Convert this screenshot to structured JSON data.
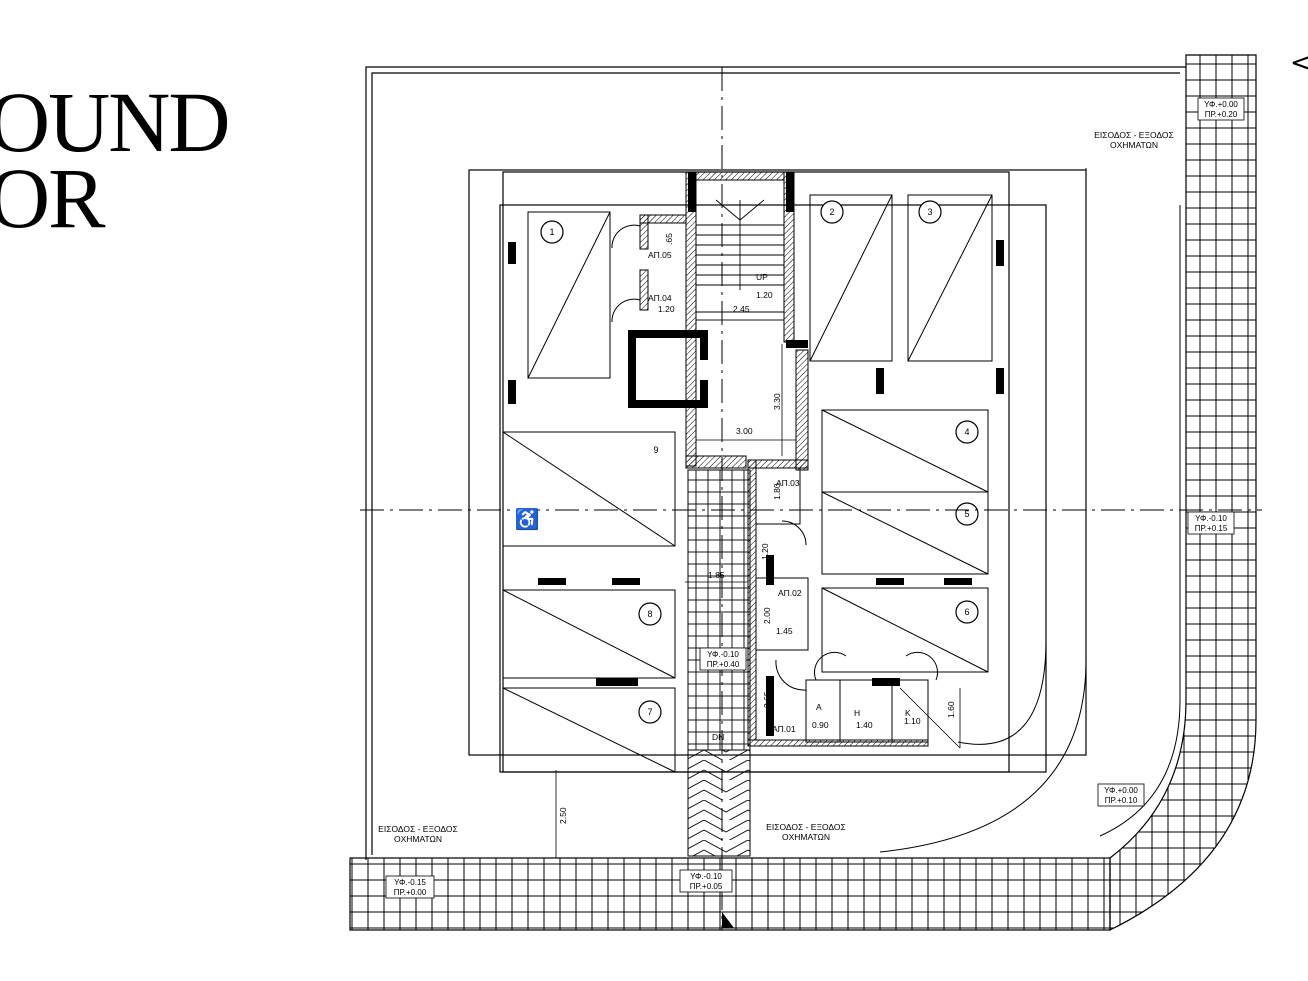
{
  "heading": {
    "line1": "OUND",
    "line2": "OR"
  },
  "nav": {
    "arrow_glyph": "<"
  },
  "colors": {
    "ink": "#000000",
    "paper": "#ffffff"
  },
  "entrances": {
    "top_right": {
      "line1": "ΕΙΣΟΔΟΣ - ΕΞΟΔΟΣ",
      "line2": "ΟΧΗΜΑΤΩΝ"
    },
    "bottom_left": {
      "line1": "ΕΙΣΟΔΟΣ - ΕΞΟΔΟΣ",
      "line2": "ΟΧΗΜΑΤΩΝ"
    },
    "bottom_center": {
      "line1": "ΕΙΣΟΔΟΣ - ΕΞΟΔΟΣ",
      "line2": "ΟΧΗΜΑΤΩΝ"
    }
  },
  "levels": {
    "top_right": {
      "yf": "ΥΦ.+0.00",
      "pr": "ΠΡ.+0.20"
    },
    "right_mid": {
      "yf": "ΥΦ.-0.10",
      "pr": "ΠΡ.+0.15"
    },
    "bottom_right": {
      "yf": "ΥΦ.+0.00",
      "pr": "ΠΡ.+0.10"
    },
    "bottom_left": {
      "yf": "ΥΦ.-0.15",
      "pr": "ΠΡ.+0.00"
    },
    "bottom_center": {
      "yf": "ΥΦ.-0.10",
      "pr": "ΠΡ.+0.05"
    },
    "ramp": {
      "yf": "ΥΦ.-0.10",
      "pr": "ΠΡ.+0.40"
    }
  },
  "parking_numbers": [
    "1",
    "2",
    "3",
    "4",
    "5",
    "6",
    "7",
    "8",
    "9"
  ],
  "rooms": {
    "ap05": "ΑΠ.05",
    "ap04": "ΑΠ.04",
    "ap03": "ΑΠ.03",
    "ap02": "ΑΠ.02",
    "ap01": "ΑΠ.01"
  },
  "stairs": {
    "up": "UP",
    "dn": "DN"
  },
  "dimensions": {
    "d_065": ".65",
    "d_120a": "1.20",
    "d_120b": "1.20",
    "d_245": "2.45",
    "d_330": "3.30",
    "d_300": "3.00",
    "d_180": "1.80",
    "d_120c": "1.20",
    "d_185": "1.85",
    "d_200": "2.00",
    "d_145": "1.45",
    "d_265": "2.65",
    "d_090": "0.90",
    "d_140": "1.40",
    "d_110": "1.10",
    "d_160": "1.60",
    "d_250": "2.50"
  },
  "wc_labels": {
    "a": "A",
    "h": "H",
    "k": "K"
  },
  "accessibility_symbol": "♿"
}
